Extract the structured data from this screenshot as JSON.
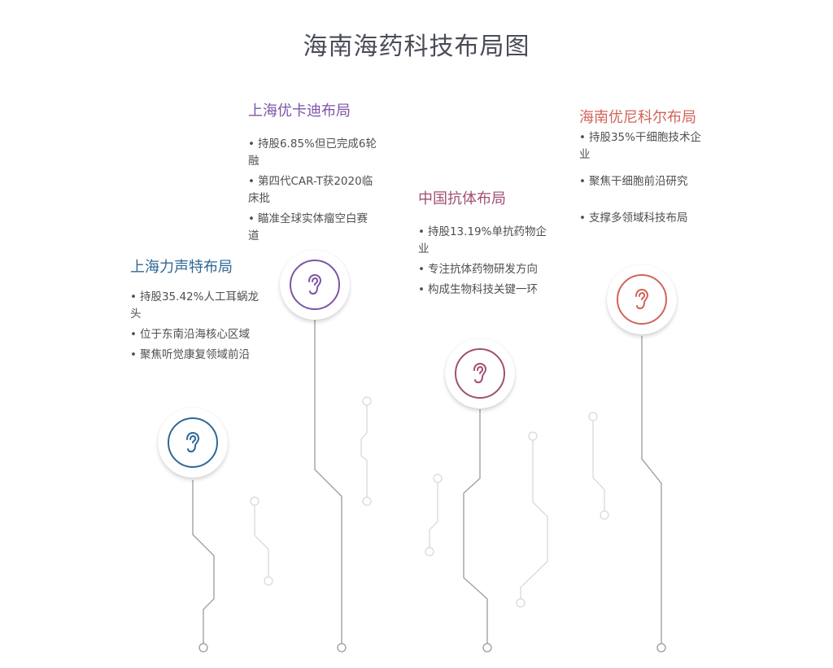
{
  "title": "海南海药科技布局图",
  "colors": {
    "title": "#4a4c57",
    "trace_dark": "#9a9a9a",
    "trace_light": "#d9d9d9"
  },
  "sections": [
    {
      "id": "lisheng",
      "heading": "上海力声特布局",
      "color": "#2e6895",
      "icon": "ear-icon",
      "bullets": [
        "持股35.42%人工耳蜗龙头",
        "位于东南沿海核心区域",
        "聚焦听觉康复领域前沿"
      ]
    },
    {
      "id": "youkadi",
      "heading": "上海优卡迪布局",
      "color": "#7d55a8",
      "icon": "ear-icon",
      "bullets": [
        "持股6.85%但已完成6轮融",
        "第四代CAR-T获2020临床批",
        "瞄准全球实体瘤空白赛道"
      ]
    },
    {
      "id": "kangti",
      "heading": "中国抗体布局",
      "color": "#a14f74",
      "icon": "ear-icon",
      "bullets": [
        "持股13.19%单抗药物企业",
        "专注抗体药物研发方向",
        "构成生物科技关键一环"
      ]
    },
    {
      "id": "younier",
      "heading": "海南优尼科尔布局",
      "color": "#d0645a",
      "icon": "ear-icon",
      "bullets": [
        "持股35%干细胞技术企业",
        "聚焦干细胞前沿研究",
        "支撑多领域科技布局"
      ]
    }
  ],
  "bullet_glyph": "•"
}
